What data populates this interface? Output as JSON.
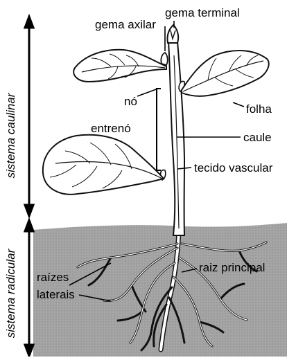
{
  "diagram": {
    "sections": {
      "shoot_system": "sistema caulinar",
      "root_system": "sistema radicular"
    },
    "labels": {
      "terminal_bud": "gema terminal",
      "axillary_bud": "gema axilar",
      "node": "nó",
      "internode": "entrenó",
      "leaf": "folha",
      "stem": "caule",
      "vascular_tissue": "tecido vascular",
      "main_root": "raiz principal",
      "lateral_roots_line1": "raízes",
      "lateral_roots_line2": "laterais"
    },
    "colors": {
      "soil": "#a3a3a3",
      "outline": "#111111",
      "plant_fill": "#ffffff",
      "background_text": "#e6e6e6"
    }
  }
}
